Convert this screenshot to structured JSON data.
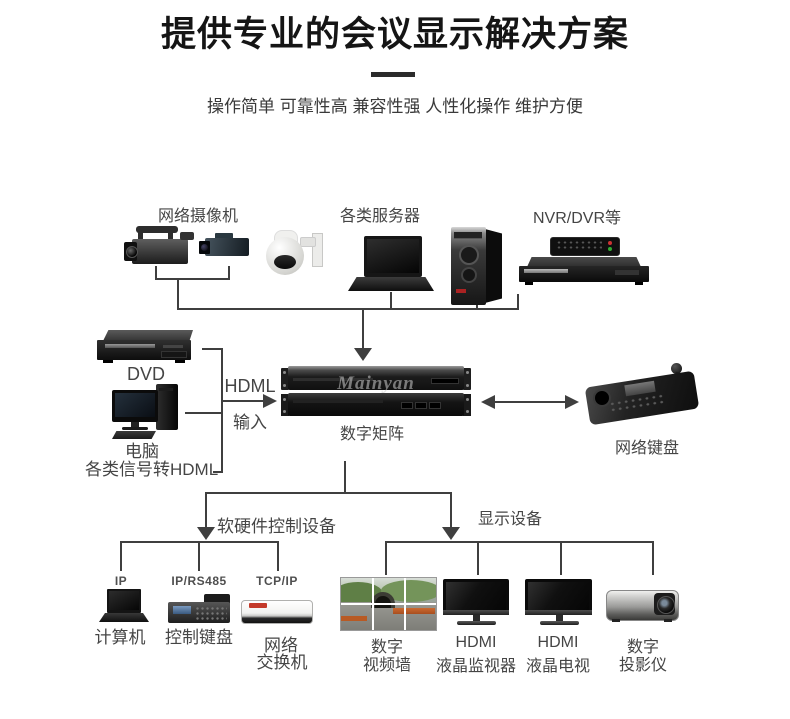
{
  "header": {
    "title": "提供专业的会议显示解决方案",
    "subtitle": "操作简单 可靠性高 兼容性强 人性化操作 维护方便"
  },
  "top_row": {
    "camera_group_label": "网络摄像机",
    "server_label": "各类服务器",
    "nvr_label": "NVR/DVR等"
  },
  "left_inputs": {
    "dvd_label": "DVD",
    "computer_label": "电脑",
    "signal_label": "各类信号转HDML",
    "arrow_label_line1": "HDML",
    "arrow_label_line2": "输入"
  },
  "center": {
    "matrix_label": "数字矩阵",
    "matrix_watermark": "Mainyan",
    "keyboard_label": "网络键盘"
  },
  "branch_labels": {
    "control": "软硬件控制设备",
    "display": "显示设备"
  },
  "control_group": {
    "items": [
      {
        "protocol": "IP",
        "name": "计算机"
      },
      {
        "protocol": "IP/RS485",
        "name": "控制键盘"
      },
      {
        "protocol": "TCP/IP",
        "name_line1": "网络",
        "name_line2": "交换机"
      }
    ]
  },
  "display_group": {
    "items": [
      {
        "line1": "数字",
        "line2": "视频墙"
      },
      {
        "line1": "HDMI",
        "line2": "液晶监视器"
      },
      {
        "line1": "HDMI",
        "line2": "液晶电视"
      },
      {
        "line1": "数字",
        "line2": "投影仪"
      }
    ]
  },
  "colors": {
    "line": "#3f3f3f",
    "text": "#454545",
    "title": "#151515"
  }
}
